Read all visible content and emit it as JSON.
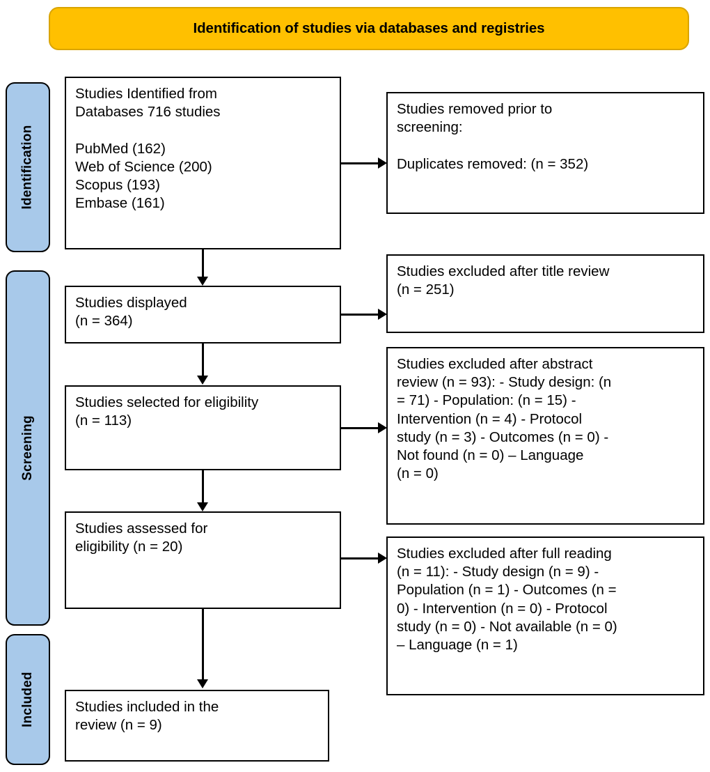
{
  "banner": {
    "title": "Identification of studies via databases and registries",
    "color": "#FFC000"
  },
  "phases": {
    "accent_color": "#A8C9EA",
    "items": [
      {
        "id": "identification",
        "label": "Identification"
      },
      {
        "id": "screening",
        "label": "Screening"
      },
      {
        "id": "included",
        "label": "Included"
      }
    ]
  },
  "flow": {
    "identified": {
      "text": "Studies Identified from\nDatabases 716 studies\n\nPubMed (162)\nWeb of Science (200)\nScopus (193)\nEmbase (161)"
    },
    "removed": {
      "text": "Studies removed prior to\nscreening:\n\nDuplicates removed: (n = 352)"
    },
    "displayed": {
      "text": "Studies displayed\n(n = 364)"
    },
    "excluded_title": {
      "text": "Studies excluded after title review\n(n = 251)"
    },
    "selected": {
      "text": "Studies selected for eligibility\n(n = 113)"
    },
    "excluded_abstract": {
      "text": "Studies excluded after abstract\nreview (n = 93): - Study design: (n\n= 71) - Population: (n = 15) -\nIntervention (n = 4) - Protocol\nstudy (n = 3) - Outcomes (n = 0) -\nNot found (n = 0) – Language\n(n = 0)"
    },
    "assessed": {
      "text": "Studies assessed for\neligibility (n = 20)"
    },
    "excluded_full": {
      "text": "Studies excluded after full reading\n(n = 11): - Study design (n = 9) -\nPopulation (n = 1) - Outcomes (n =\n0) - Intervention (n = 0) - Protocol\nstudy (n = 0) - Not available (n = 0)\n– Language (n = 1)"
    },
    "included": {
      "text": "Studies included in the\nreview (n = 9)"
    }
  },
  "chart_data": {
    "type": "diagram",
    "title": "Identification of studies via databases and registries",
    "phases": [
      "Identification",
      "Screening",
      "Included"
    ],
    "nodes": [
      {
        "id": "identified",
        "phase": "Identification",
        "label": "Studies Identified from Databases",
        "n": 716,
        "sources": [
          {
            "name": "PubMed",
            "n": 162
          },
          {
            "name": "Web of Science",
            "n": 200
          },
          {
            "name": "Scopus",
            "n": 193
          },
          {
            "name": "Embase",
            "n": 161
          }
        ]
      },
      {
        "id": "removed",
        "phase": "Identification",
        "label": "Studies removed prior to screening",
        "n": 352,
        "reasons": [
          {
            "name": "Duplicates removed",
            "n": 352
          }
        ]
      },
      {
        "id": "displayed",
        "phase": "Screening",
        "label": "Studies displayed",
        "n": 364
      },
      {
        "id": "excluded_title",
        "phase": "Screening",
        "label": "Studies excluded after title review",
        "n": 251
      },
      {
        "id": "selected",
        "phase": "Screening",
        "label": "Studies selected for eligibility",
        "n": 113
      },
      {
        "id": "excluded_abstract",
        "phase": "Screening",
        "label": "Studies excluded after abstract review",
        "n": 93,
        "reasons": [
          {
            "name": "Study design",
            "n": 71
          },
          {
            "name": "Population",
            "n": 15
          },
          {
            "name": "Intervention",
            "n": 4
          },
          {
            "name": "Protocol study",
            "n": 3
          },
          {
            "name": "Outcomes",
            "n": 0
          },
          {
            "name": "Not found",
            "n": 0
          },
          {
            "name": "Language",
            "n": 0
          }
        ]
      },
      {
        "id": "assessed",
        "phase": "Screening",
        "label": "Studies assessed for eligibility",
        "n": 20
      },
      {
        "id": "excluded_full",
        "phase": "Screening",
        "label": "Studies excluded after full reading",
        "n": 11,
        "reasons": [
          {
            "name": "Study design",
            "n": 9
          },
          {
            "name": "Population",
            "n": 1
          },
          {
            "name": "Outcomes",
            "n": 0
          },
          {
            "name": "Intervention",
            "n": 0
          },
          {
            "name": "Protocol study",
            "n": 0
          },
          {
            "name": "Not available",
            "n": 0
          },
          {
            "name": "Language",
            "n": 1
          }
        ]
      },
      {
        "id": "included",
        "phase": "Included",
        "label": "Studies included in the review",
        "n": 9
      }
    ],
    "edges": [
      {
        "from": "identified",
        "to": "removed",
        "direction": "right"
      },
      {
        "from": "identified",
        "to": "displayed",
        "direction": "down"
      },
      {
        "from": "displayed",
        "to": "excluded_title",
        "direction": "right"
      },
      {
        "from": "displayed",
        "to": "selected",
        "direction": "down"
      },
      {
        "from": "selected",
        "to": "excluded_abstract",
        "direction": "right"
      },
      {
        "from": "selected",
        "to": "assessed",
        "direction": "down"
      },
      {
        "from": "assessed",
        "to": "excluded_full",
        "direction": "right"
      },
      {
        "from": "assessed",
        "to": "included",
        "direction": "down"
      }
    ]
  }
}
